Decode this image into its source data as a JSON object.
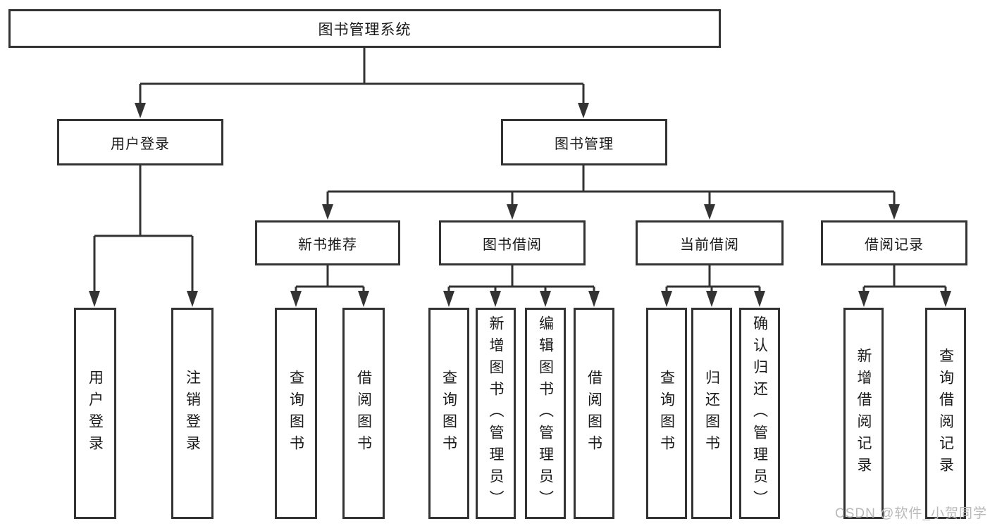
{
  "tree": {
    "root": {
      "label": "图书管理系统"
    },
    "branches": [
      {
        "label": "用户登录",
        "children": [
          {
            "label": "用户登录"
          },
          {
            "label": "注销登录"
          }
        ]
      },
      {
        "label": "图书管理",
        "children": [
          {
            "label": "新书推荐",
            "children": [
              {
                "label": "查询图书"
              },
              {
                "label": "借阅图书"
              }
            ]
          },
          {
            "label": "图书借阅",
            "children": [
              {
                "label": "查询图书"
              },
              {
                "label": "新增图书（管理员）"
              },
              {
                "label": "编辑图书（管理员）"
              },
              {
                "label": "借阅图书"
              }
            ]
          },
          {
            "label": "当前借阅",
            "children": [
              {
                "label": "查询图书"
              },
              {
                "label": "归还图书"
              },
              {
                "label": "确认归还（管理员）"
              }
            ]
          },
          {
            "label": "借阅记录",
            "children": [
              {
                "label": "新增借阅记录"
              },
              {
                "label": "查询借阅记录"
              }
            ]
          }
        ]
      }
    ]
  },
  "watermark": {
    "text": "CSDN @软件_小贺同学"
  },
  "colors": {
    "line": "#333333",
    "text": "#1a1a1a",
    "background": "#ffffff",
    "watermark": "#b9b9b9"
  }
}
